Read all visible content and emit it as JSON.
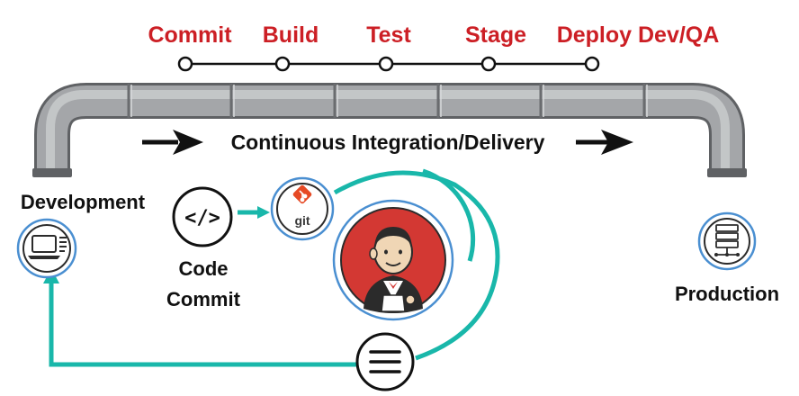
{
  "pipeline": {
    "stages": [
      "Commit",
      "Build",
      "Test",
      "Stage",
      "Deploy Dev/QA"
    ],
    "banner": "Continuous Integration/Delivery"
  },
  "nodes": {
    "development": "Development",
    "code_commit": [
      "Code",
      "Commit"
    ],
    "git": "git",
    "production": "Production"
  },
  "icons": {
    "development": "laptop-icon",
    "code": "code-brackets-icon",
    "git": "git-logo-icon",
    "jenkins": "jenkins-butler-icon",
    "menu": "menu-lines-icon",
    "production": "server-stack-icon"
  },
  "colors": {
    "stage_text": "#cc1f25",
    "loop": "#19b7aa",
    "pipe": "#9ea0a3",
    "icon_ring": "#4a8fd1",
    "git_orange": "#e64a25",
    "jenkins_red": "#d33833"
  }
}
